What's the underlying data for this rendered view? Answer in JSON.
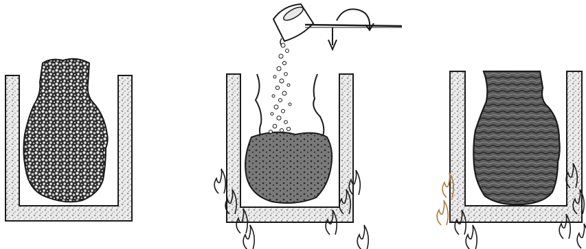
{
  "figure": {
    "panels": [
      {
        "stage": "packed-sand-mold-with-pattern"
      },
      {
        "stage": "pouring-molten-metal-pattern-burns-out"
      },
      {
        "stage": "solidified-metal-casting"
      }
    ],
    "icons": [
      "crucible-icon",
      "rotation-arrow-icon",
      "flame-icon"
    ],
    "colors": {
      "ink": "#1a1a1a",
      "sand": "#bdbdbd",
      "metal_dark": "#3a3a3a",
      "metal_mid": "#6e6e6e",
      "background": "#ffffff",
      "flame_tint": "#b07a3a"
    }
  }
}
